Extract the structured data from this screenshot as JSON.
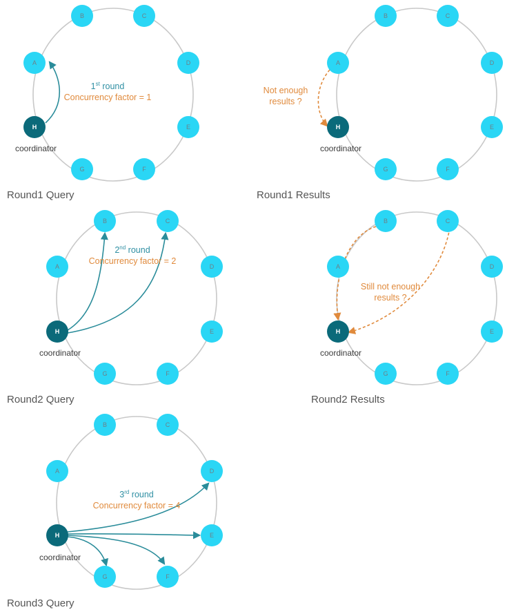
{
  "coordinator_label": "coordinator",
  "diagrams": [
    {
      "caption": "Round1 Query",
      "note": {
        "kind": "blue",
        "line1_prefix": "1",
        "line1_sup": "st",
        "line1_suffix": " round",
        "line2": "Concurrency factor = 1"
      },
      "nodes": [
        "B",
        "C",
        "D",
        "E",
        "F",
        "G",
        "H",
        "A"
      ]
    },
    {
      "caption": "Round1 Results",
      "note": {
        "kind": "orange",
        "line1": "Not enough",
        "line2": "results ?"
      },
      "nodes": [
        "B",
        "C",
        "D",
        "E",
        "F",
        "G",
        "H",
        "A"
      ]
    },
    {
      "caption": "Round2 Query",
      "note": {
        "kind": "blue",
        "line1_prefix": "2",
        "line1_sup": "nd",
        "line1_suffix": " round",
        "line2": "Concurrency factor = 2"
      },
      "nodes": [
        "B",
        "C",
        "D",
        "E",
        "F",
        "G",
        "H",
        "A"
      ]
    },
    {
      "caption": "Round2 Results",
      "note": {
        "kind": "orange",
        "line1": "Still not enough",
        "line2": "results ?"
      },
      "nodes": [
        "B",
        "C",
        "D",
        "E",
        "F",
        "G",
        "H",
        "A"
      ]
    },
    {
      "caption": "Round3 Query",
      "note": {
        "kind": "blue",
        "line1_prefix": "3",
        "line1_sup": "rd",
        "line1_suffix": " round",
        "line2": "Concurrency factor = 4"
      },
      "nodes": [
        "B",
        "C",
        "D",
        "E",
        "F",
        "G",
        "H",
        "A"
      ]
    }
  ],
  "colors": {
    "node": "#2ad6f5",
    "coordinator_node": "#0b6a7a",
    "query_arrow": "#2a8c9a",
    "result_arrow": "#e08a3c",
    "ring": "#c8c8c8"
  }
}
